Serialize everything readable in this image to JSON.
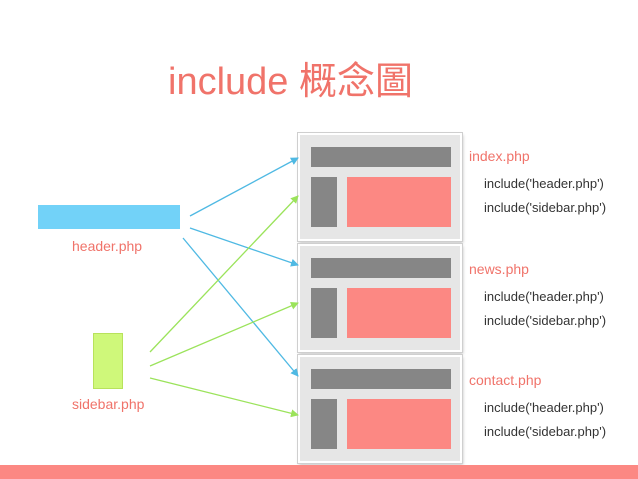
{
  "title": "include 概念圖",
  "sources": {
    "header": {
      "label": "header.php",
      "color": "#72d2f8"
    },
    "sidebar": {
      "label": "sidebar.php",
      "color": "#cff87a"
    }
  },
  "pages": [
    {
      "name": "index.php",
      "includes": [
        "include('header.php')",
        "include('sidebar.php')"
      ]
    },
    {
      "name": "news.php",
      "includes": [
        "include('header.php')",
        "include('sidebar.php')"
      ]
    },
    {
      "name": "contact.php",
      "includes": [
        "include('header.php')",
        "include('sidebar.php')"
      ]
    }
  ],
  "colors": {
    "accent": "#f0736a",
    "header_arrow": "#4fb9e3",
    "sidebar_arrow": "#9be35b",
    "page_content": "#fc8883",
    "page_block": "#868686"
  }
}
